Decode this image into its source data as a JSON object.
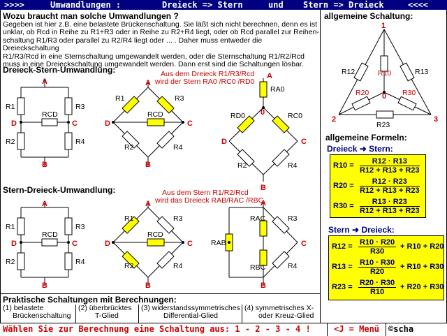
{
  "header": {
    "arrows_left": ">>>>",
    "title": "Umwandlungen :",
    "part1": "Dreieck => Stern",
    "und": "und",
    "part2": "Stern => Dreieck",
    "arrows_right": "<<<<"
  },
  "intro": {
    "question": "Wozu braucht man solche Umwandlungen ?",
    "lines": [
      "Gegeben ist hier z.B. eine belastete Brückenschaltung. Sie läßt sich nicht berechnen, denn es ist",
      "unklar, ob Rcd in Reihe zu R1+R3 oder in Reihe zu R2+R4 liegt, oder ob Rcd parallel zur Reihen-",
      "schaltung R1/R3 oder parallel zu R2/R4 liegt oder ... . Daher muss entweder die Dreieckschaltung",
      "R1/R3/Rcd in eine Sternschaltung umgewandelt werden, oder die Sternschaltung R1/R2/Rcd",
      "muss in eine Dreieckschaltung umgewandelt werden.   Dann erst sind die Schaltungen lösbar."
    ]
  },
  "section1": {
    "title": "Dreieck-Stern-Umwandlung:",
    "note1": "Aus dem Dreieck R1/R3/Rcd",
    "note2": "wird der Stern RA0 /RC0 /RD0"
  },
  "section2": {
    "title": "Stern-Dreieck-Umwandlung:",
    "note1": "Aus dem Stern R1/R2/Rcd",
    "note2": "wird das Dreieck RAB/RAC /RBC"
  },
  "labels": {
    "A": "A",
    "B": "B",
    "C": "C",
    "D": "D",
    "zero": "0",
    "R1": "R1",
    "R2": "R2",
    "R3": "R3",
    "R4": "R4",
    "RCD": "RCD",
    "RA0": "RA0",
    "RD0": "RD0",
    "RC0": "RC0",
    "RAC": "RAC",
    "RAB": "RAB",
    "RBC": "RBC"
  },
  "right": {
    "general_circuit": "allgemeine Schaltung:",
    "n1": "1",
    "n2": "2",
    "n3": "3",
    "n0": "0",
    "R12": "R12",
    "R13": "R13",
    "R10": "R10",
    "R20": "R20",
    "R30": "R30",
    "R23": "R23",
    "general_formulas": "allgemeine Formeln:",
    "ds_title": "Dreieck",
    "ds_title2": "Stern:",
    "sd_title": "Stern",
    "sd_title2": "Dreieck:",
    "ds": [
      {
        "lhs": "R10 =",
        "num": "R12 · R13",
        "den": "R12 + R13 + R23"
      },
      {
        "lhs": "R20 =",
        "num": "R12 · R23",
        "den": "R12 + R13 + R23"
      },
      {
        "lhs": "R30 =",
        "num": "R13 · R23",
        "den": "R12 + R13 + R23"
      }
    ],
    "sd": [
      {
        "lhs": "R12 =",
        "num": "R10 · R20",
        "den": "R30",
        "tail": "+ R10 + R20"
      },
      {
        "lhs": "R13 =",
        "num": "R10 · R30",
        "den": "R20",
        "tail": "+ R10 + R30"
      },
      {
        "lhs": "R23 =",
        "num": "R20 · R30",
        "den": "R10",
        "tail": "+ R20 + R30"
      }
    ]
  },
  "practical": {
    "title": "Praktische Schaltungen mit Berechnungen:",
    "items": [
      {
        "l1": "(1)  belastete",
        "l2": "Brückenschaltung"
      },
      {
        "l1": "(2)  überbrücktes",
        "l2": "T-Glied"
      },
      {
        "l1": "(3)  widerstandssymmetrisches",
        "l2": "Differential-Glied"
      },
      {
        "l1": "(4)  symmetrisches X-",
        "l2": "oder Kreuz-Glied"
      }
    ]
  },
  "footer": {
    "prompt": "Wählen Sie zur Berechnung eine Schaltung aus: 1 - 2 - 3 - 4 !",
    "menu": "<J = Menü",
    "copyright": "©scha"
  },
  "colors": {
    "accent": "#000080",
    "highlight": "#ffff00",
    "node": "#cc0000"
  }
}
